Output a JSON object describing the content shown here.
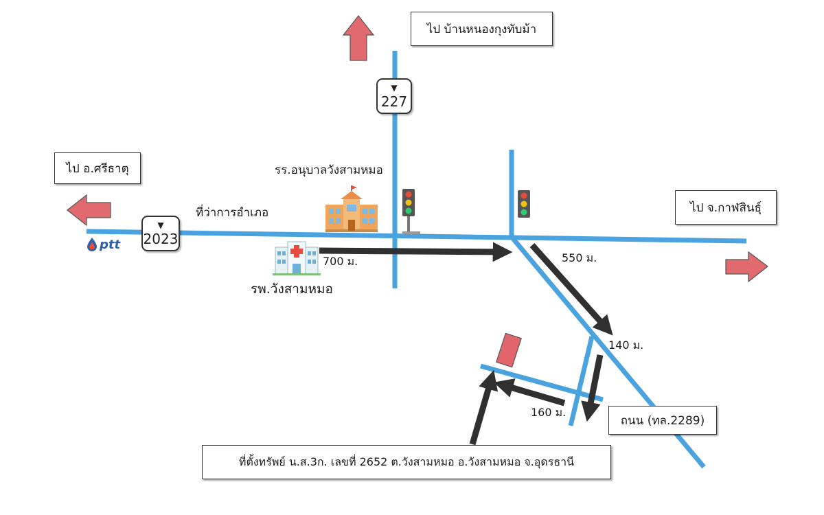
{
  "directions": {
    "north": "ไป บ้านหนองกุงทับม้า",
    "west": "ไป อ.ศรีธาตุ",
    "east": "ไป จ.กาฬสินธุ์"
  },
  "routes": {
    "r227": "227",
    "r2023": "2023"
  },
  "landmarks": {
    "school": "รร.อนุบาลวังสามหมอ",
    "district_office": "ที่ว่าการอำเภอ",
    "hospital": "รพ.วังสามหมอ",
    "gas_station": "ptt"
  },
  "distances": {
    "d700": "700 ม.",
    "d550": "550 ม.",
    "d140": "140 ม.",
    "d160": "160 ม."
  },
  "road_name": "ถนน (ทล.2289)",
  "property": "ที่ตั้งทรัพย์ น.ส.3ก. เลขที่ 2652 ต.วังสามหมอ อ.วังสามหมอ จ.อุดรธานี",
  "colors": {
    "road": "#4aa3df",
    "route_arrow": "#303030",
    "direction_arrow": "#e06a6e",
    "target": "#e0666b"
  },
  "icons": {
    "school": "school-building-icon",
    "hospital": "hospital-building-icon",
    "traffic_light": "traffic-light-icon",
    "gas": "ptt-gas-station-icon"
  }
}
